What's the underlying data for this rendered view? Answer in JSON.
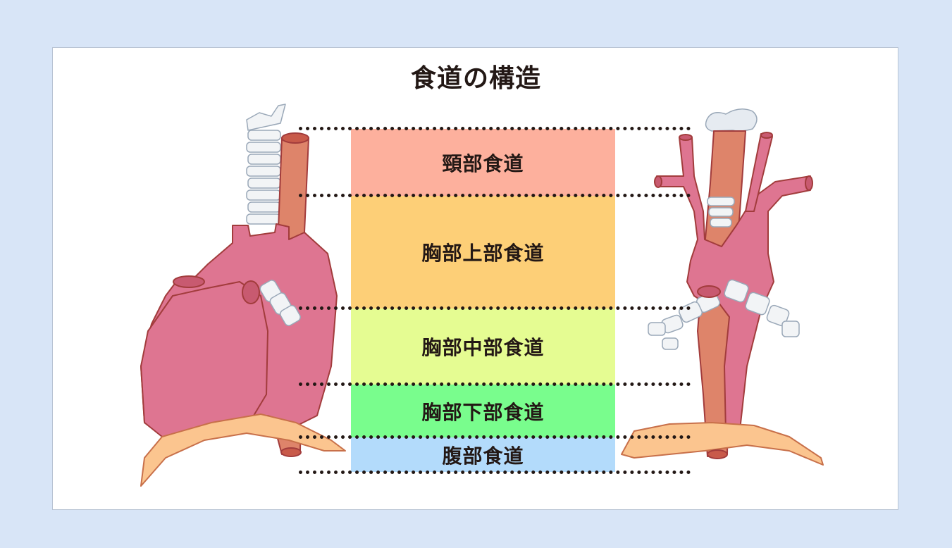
{
  "title": "食道の構造",
  "segments": [
    {
      "label": "頸部食道",
      "color": "#fdb09d"
    },
    {
      "label": "胸部上部食道",
      "color": "#fdcf77"
    },
    {
      "label": "胸部中部食道",
      "color": "#e5fc92"
    },
    {
      "label": "胸部下部食道",
      "color": "#79fd8d"
    },
    {
      "label": "腹部食道",
      "color": "#b3dbfb"
    }
  ],
  "colors": {
    "background": "#d8e5f7",
    "card": "#ffffff",
    "heart": "#de7591",
    "esophagus": "#de846a",
    "diaphragm": "#fbc58f",
    "cartilage": "#f2f4f6"
  }
}
